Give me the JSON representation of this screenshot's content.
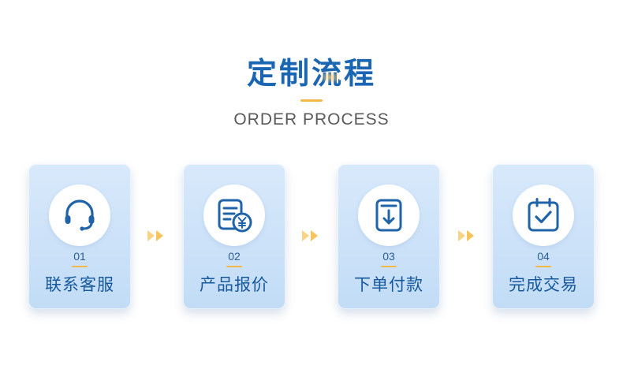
{
  "header": {
    "title": "定制流程",
    "subtitle": "ORDER PROCESS"
  },
  "steps": [
    {
      "number": "01",
      "label": "联系客服",
      "icon": "headset-icon"
    },
    {
      "number": "02",
      "label": "产品报价",
      "icon": "quote-yen-icon"
    },
    {
      "number": "03",
      "label": "下单付款",
      "icon": "order-download-icon"
    },
    {
      "number": "04",
      "label": "完成交易",
      "icon": "clipboard-check-icon"
    }
  ],
  "colors": {
    "title": "#1a66b3",
    "accent": "#f5b94a",
    "card_top": "#d8e9fb",
    "card_bottom": "#c2dcf6",
    "icon": "#1f63a8",
    "arrow": "#f7c35a"
  }
}
